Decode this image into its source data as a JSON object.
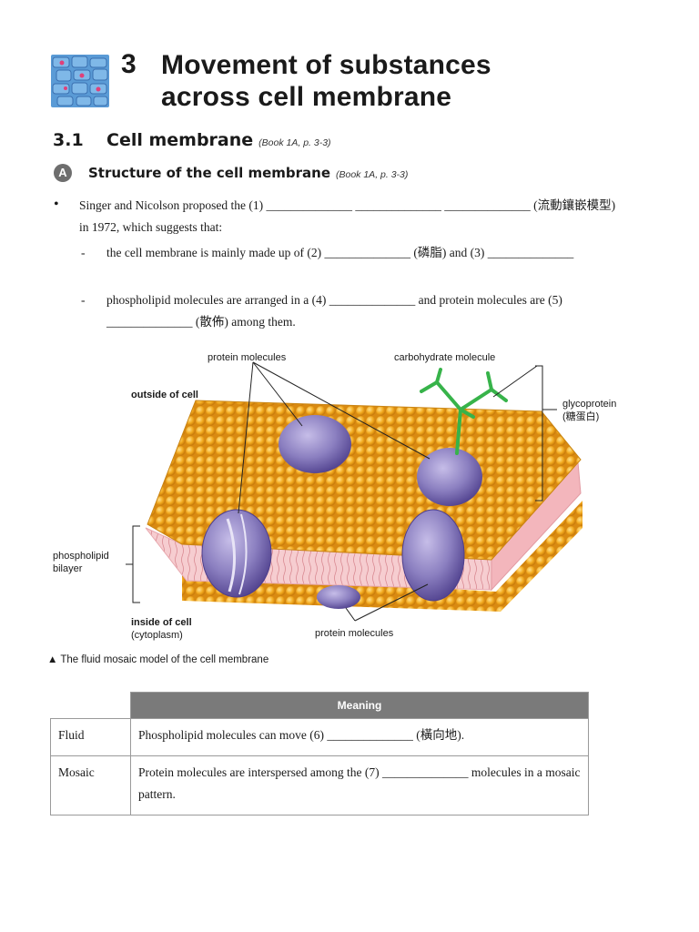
{
  "header": {
    "chapter_number": "3",
    "title_line1": "Movement of substances",
    "title_line2": "across cell membrane"
  },
  "section": {
    "number": "3.1",
    "title": "Cell membrane",
    "ref": "(Book 1A, p. 3-3)"
  },
  "subsection": {
    "badge": "A",
    "title": "Structure of the cell membrane",
    "ref": "(Book 1A, p. 3-3)"
  },
  "text": {
    "bullet": "•",
    "para1": "Singer and Nicolson proposed the (1) ______________ ______________ ______________ (流動鑲嵌模型) in 1972, which suggests that:",
    "dash": "-",
    "para2": "the cell membrane is mainly made up of (2) ______________ (磷脂) and (3) ______________",
    "para3": "phospholipid molecules are arranged in a (4) ______________ and protein molecules are (5) ______________ (散佈) among them."
  },
  "diagram": {
    "labels": {
      "protein_top": "protein molecules",
      "carbohydrate": "carbohydrate molecule",
      "outside": "outside of cell",
      "glycoprotein": "glycoprotein",
      "glycoprotein_zh": "(糖蛋白)",
      "phospholipid": "phospholipid",
      "bilayer": "bilayer",
      "inside": "inside of cell",
      "cytoplasm": "(cytoplasm)",
      "protein_bottom": "protein molecules"
    },
    "colors": {
      "phospholipid_head": "#f2a91e",
      "interior": "#f6c9cc",
      "protein": "#8b7fc0",
      "carbohydrate": "#37b34a"
    }
  },
  "caption": {
    "marker": "▲",
    "text": "The fluid mosaic model of the cell membrane"
  },
  "table": {
    "header": "Meaning",
    "rows": [
      {
        "term": "Fluid",
        "meaning": "Phospholipid molecules can move (6) ______________ (橫向地)."
      },
      {
        "term": "Mosaic",
        "meaning": "Protein molecules are interspersed among the (7) ______________ molecules in a mosaic pattern."
      }
    ]
  }
}
